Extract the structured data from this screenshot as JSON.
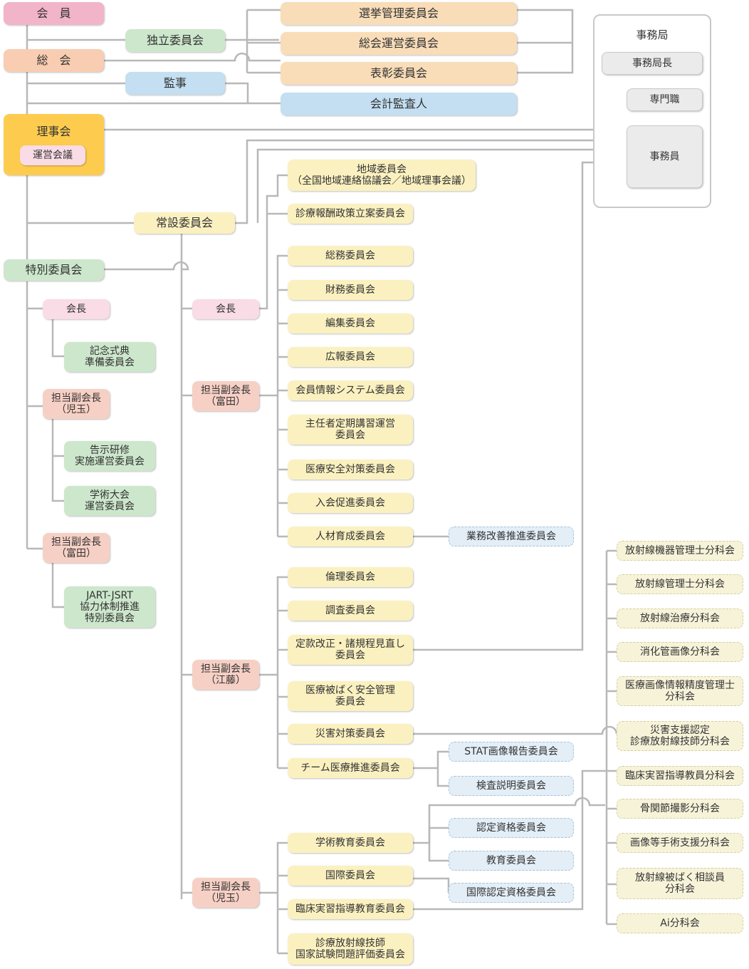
{
  "general": {
    "members": "会　員",
    "general_assembly": "総　会",
    "independent_committee": "独立委員会",
    "auditor": "監事",
    "election_committee": "選挙管理委員会",
    "assembly_operation_committee": "総会運営委員会",
    "award_committee": "表彰委員会",
    "accounting_auditor": "会計監査人",
    "board": "理事会",
    "steering_meeting": "運営会議",
    "standing_committee": "常設委員会",
    "special_committee": "特別委員会"
  },
  "secretariat": {
    "title": "事務局",
    "director": "事務局長",
    "specialist": "専門職",
    "staff": "事務員"
  },
  "special_branch": {
    "president": "会長",
    "memorial": "記念式典\n準備委員会",
    "vp_kodama": "担当副会長\n（児玉）",
    "notice_training": "告示研修\n実施運営委員会",
    "academic_conf": "学術大会\n運営委員会",
    "vp_tomita": "担当副会長\n（富田）",
    "jart_jsrt": "JART-JSRT\n協力体制推進\n特別委員会"
  },
  "standing_branch": {
    "regional": "地域委員会\n（全国地域連絡協議会／地域理事会議）",
    "fee_policy": "診療報酬政策立案委員会",
    "president": "会長",
    "vp_tomita": "担当副会長\n（富田）",
    "vp_eto": "担当副会長\n（江藤）",
    "vp_kodama": "担当副会長\n（児玉）",
    "general_affairs": "総務委員会",
    "finance": "財務委員会",
    "editorial": "編集委員会",
    "public_relations": "広報委員会",
    "member_info": "会員情報システム委員会",
    "chief_training": "主任者定期講習運営\n委員会",
    "medical_safety": "医療安全対策委員会",
    "enrollment": "入会促進委員会",
    "hr_development": "人材育成委員会",
    "business_improvement": "業務改善推進委員会",
    "ethics": "倫理委員会",
    "research": "調査委員会",
    "articles_revision": "定款改正・諸規程見直し\n委員会",
    "radiation_safety": "医療被ばく安全管理\n委員会",
    "disaster": "災害対策委員会",
    "team_medical": "チーム医療推進委員会",
    "stat_report": "STAT画像報告委員会",
    "exam_explanation": "検査説明委員会",
    "academic_education": "学術教育委員会",
    "certification": "認定資格委員会",
    "education": "教育委員会",
    "international": "国際委員会",
    "intl_certification": "国際認定資格委員会",
    "clinical_training_edu": "臨床実習指導教育委員会",
    "national_exam": "診療放射線技師\n国家試験問題評価委員会"
  },
  "subcommittees": [
    "放射線機器管理士分科会",
    "放射線管理士分科会",
    "放射線治療分科会",
    "消化管画像分科会",
    "医療画像情報精度管理士\n分科会",
    "災害支援認定\n診療放射線技師分科会",
    "臨床実習指導教員分科会",
    "骨関節撮影分科会",
    "画像等手術支援分科会",
    "放射線被ばく相談員\n分科会",
    "Ai分科会"
  ]
}
